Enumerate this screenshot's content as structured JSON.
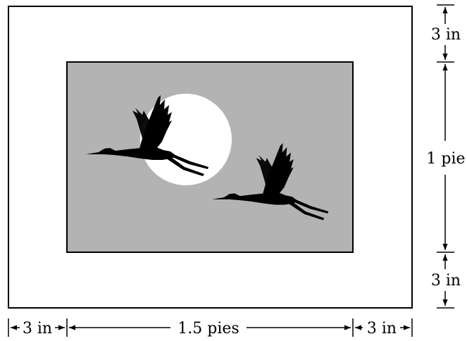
{
  "colors": {
    "background": "#ffffff",
    "stroke": "#000000",
    "picture_fill": "#b3b3b3",
    "moon": "#ffffff",
    "bird": "#000000"
  },
  "dimensions": {
    "top_margin": "3 in",
    "height": "1 pie",
    "bottom_margin": "3 in",
    "left_margin": "3 in",
    "width": "1.5 pies",
    "right_margin": "3 in"
  },
  "icons": {
    "moon": "moon-icon",
    "crane": "crane-icon"
  }
}
